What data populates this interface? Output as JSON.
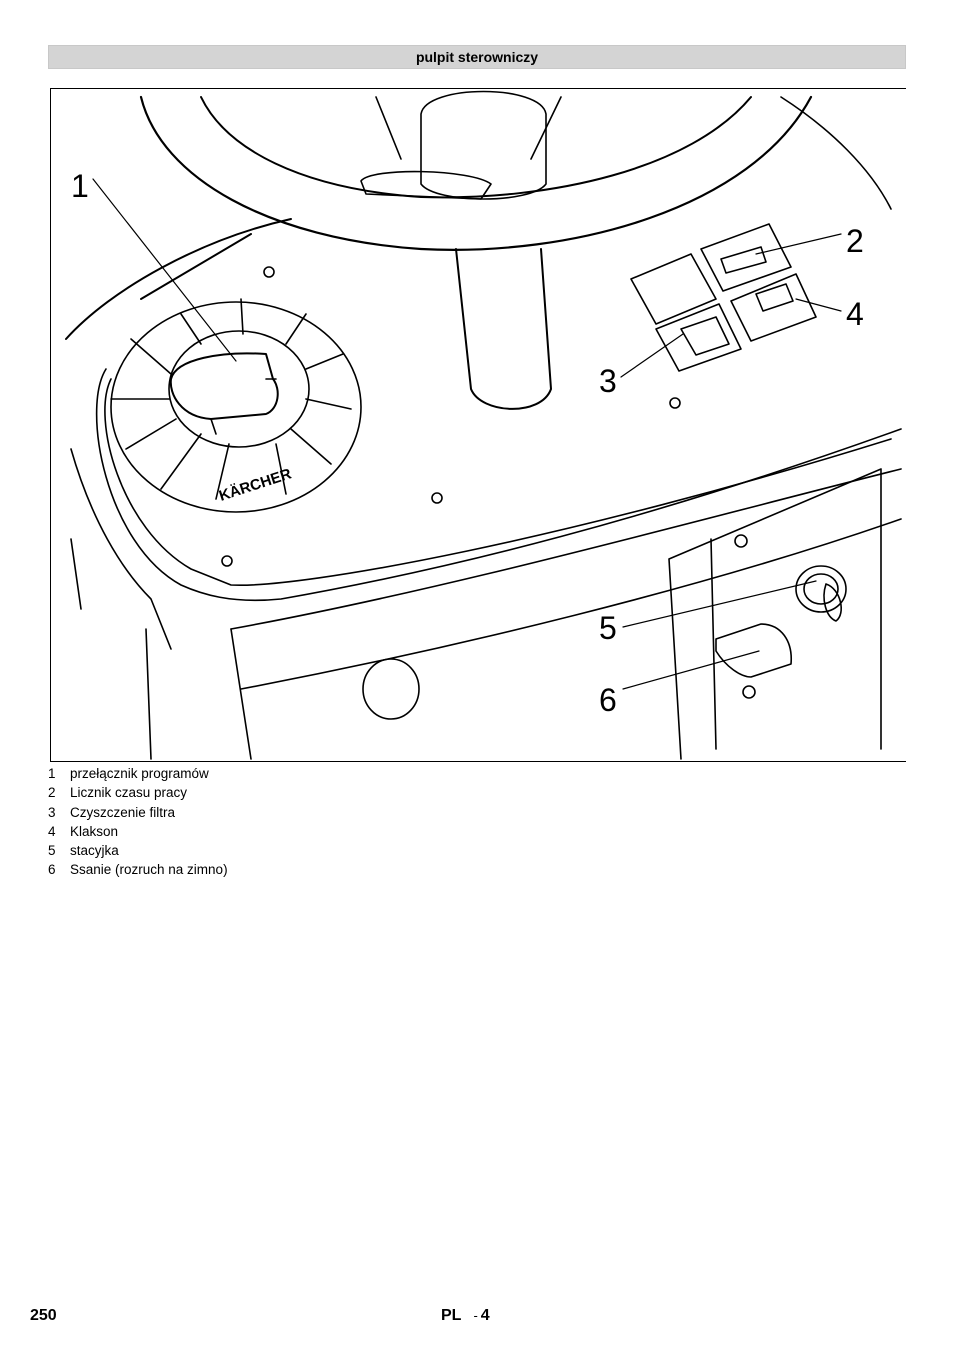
{
  "header": {
    "title": "pulpit sterowniczy"
  },
  "figure": {
    "callouts": [
      {
        "num": "1"
      },
      {
        "num": "2"
      },
      {
        "num": "3"
      },
      {
        "num": "4"
      },
      {
        "num": "5"
      },
      {
        "num": "6"
      }
    ],
    "brand": "KÄRCHER"
  },
  "legend": [
    {
      "num": "1",
      "label": "przełącznik programów"
    },
    {
      "num": "2",
      "label": "Licznik czasu pracy"
    },
    {
      "num": "3",
      "label": "Czyszczenie filtra"
    },
    {
      "num": "4",
      "label": "Klakson"
    },
    {
      "num": "5",
      "label": "stacyjka"
    },
    {
      "num": "6",
      "label": "Ssanie (rozruch na zimno)"
    }
  ],
  "footer": {
    "page_number": "250",
    "language": "PL",
    "separator": "-",
    "section": "4"
  }
}
